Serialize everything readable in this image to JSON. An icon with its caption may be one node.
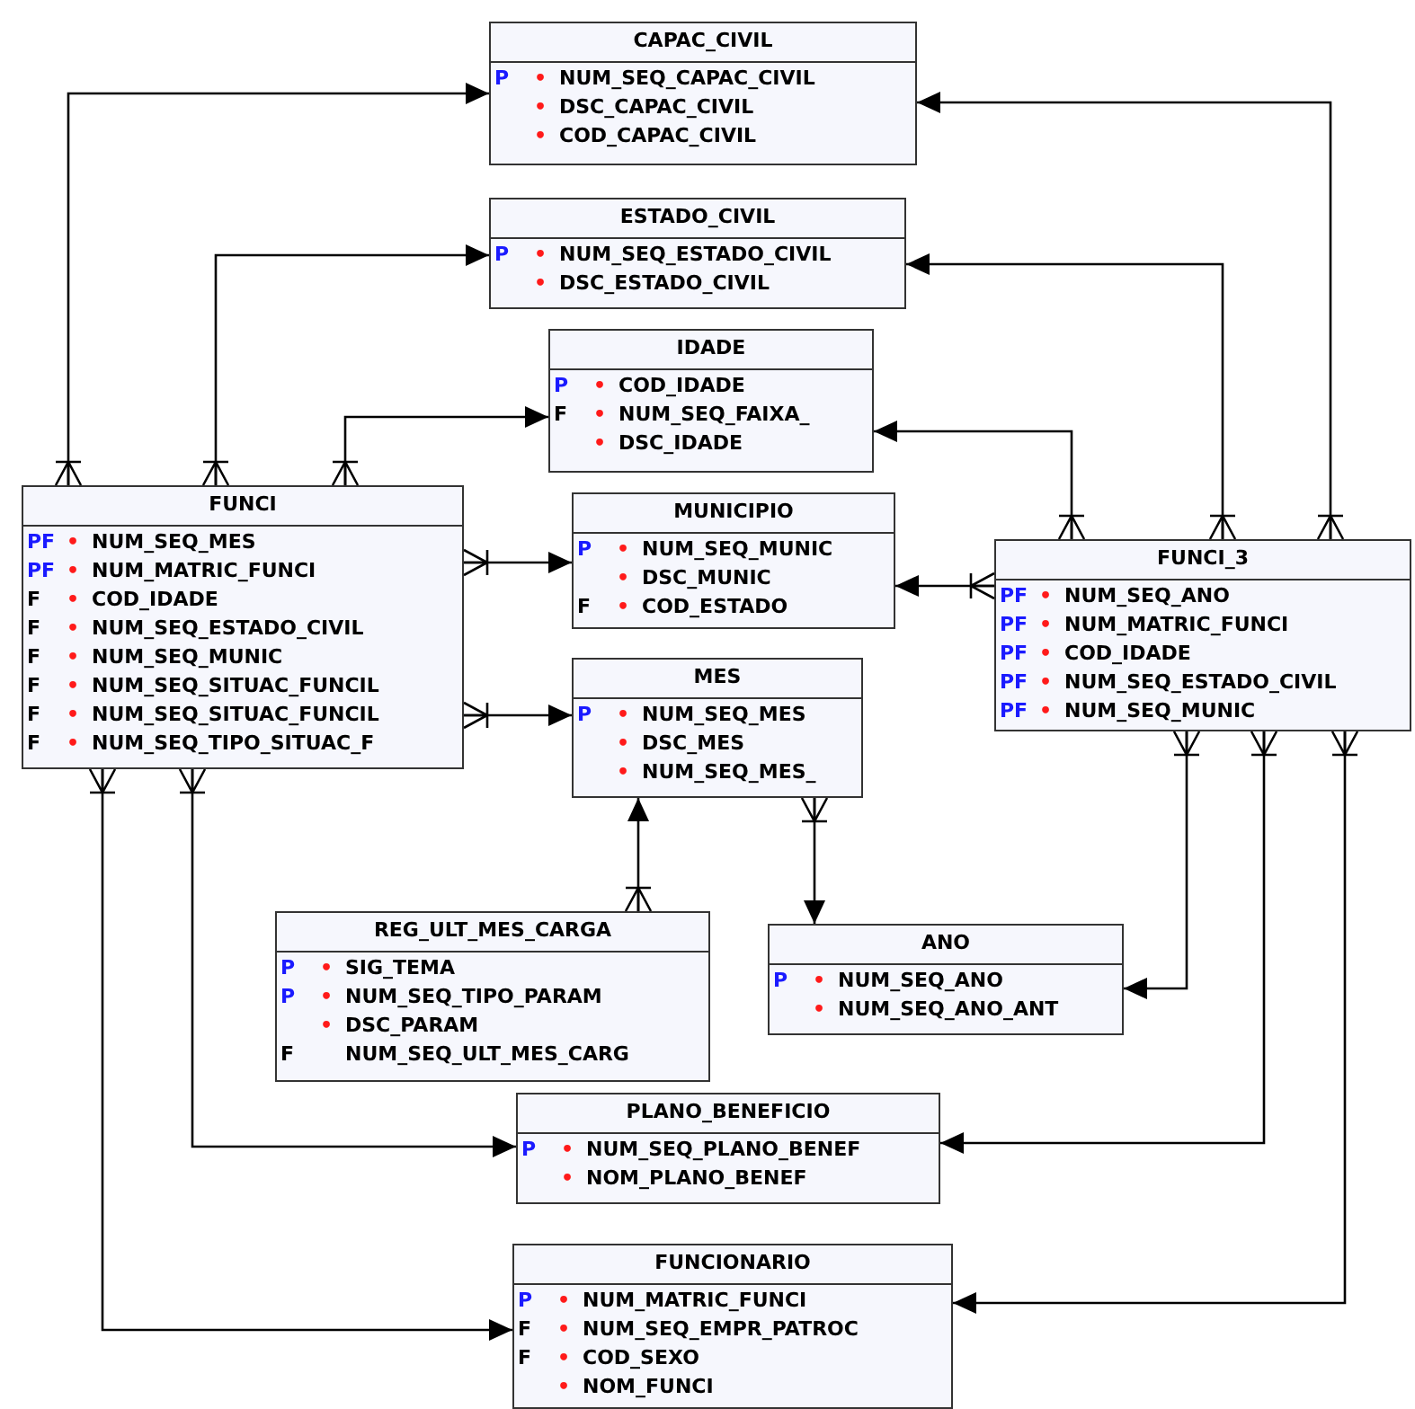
{
  "diagram": {
    "nodes": [
      {
        "text": [
          "CAPAC_CIVIL",
          "P • NUM_SEQ_CAPAC_CIVIL",
          "• DSC_CAPAC_CIVIL",
          "• COD_CAPAC_CIVIL"
        ]
      },
      {
        "text": [
          "ESTADO_CIVIL",
          "P • NUM_SEQ_ESTADO_CIVIL",
          "• DSC_ESTADO_CIVIL"
        ]
      },
      {
        "text": [
          "IDADE",
          "P • COD_IDADE",
          "F • NUM_SEQ_FAIXA_",
          "• DSC_IDADE"
        ]
      },
      {
        "text": [
          "FUNCI",
          "PF • NUM_SEQ_MES",
          "PF • NUM_MATRIC_FUNCI",
          "F • COD_IDADE",
          "F • NUM_SEQ_ESTADO_CIVIL",
          "F • NUM_SEQ_MUNIC",
          "F • NUM_SEQ_SITUAC_FUNCIL",
          "F • NUM_SEQ_SITUAC_FUNCIL",
          "F • NUM_SEQ_TIPO_SITUAC_F"
        ]
      },
      {
        "text": [
          "MUNICIPIO",
          "P • NUM_SEQ_MUNIC",
          "• DSC_MUNIC",
          "F • COD_ESTADO"
        ]
      },
      {
        "text": [
          "FUNCI_3",
          "PF • NUM_SEQ_ANO",
          "PF • NUM_MATRIC_FUNCI",
          "PF • COD_IDADE",
          "PF • NUM_SEQ_ESTADO_CIVIL",
          "PF • NUM_SEQ_MUNIC"
        ]
      },
      {
        "text": [
          "MES",
          "P • NUM_SEQ_MES",
          "• DSC_MES",
          "• NUM_SEQ_MES_"
        ]
      },
      {
        "text": [
          "REG_ULT_MES_CARGA",
          "P • SIG_TEMA",
          "P • NUM_SEQ_TIPO_PARAM",
          "• DSC_PARAM",
          "F NUM_SEQ_ULT_MES_CARG"
        ]
      },
      {
        "text": [
          "ANO",
          "P • NUM_SEQ_ANO",
          "• NUM_SEQ_ANO_ANT"
        ]
      },
      {
        "text": [
          "PLANO_BENEFICIO",
          "P • NUM_SEQ_PLANO_BENEF",
          "• NOM_PLANO_BENEF"
        ]
      },
      {
        "text": [
          "FUNCIONARIO",
          "P • NUM_MATRIC_FUNCI",
          "F • NUM_SEQ_EMPR_PATROC",
          "F • COD_SEXO",
          "• NOM_FUNCI"
        ]
      }
    ],
    "edges": [
      {
        "from": 3,
        "to": 0,
        "arrow": "to"
      },
      {
        "from": 3,
        "to": 1,
        "arrow": "to"
      },
      {
        "from": 3,
        "to": 2,
        "arrow": "to"
      },
      {
        "from": 3,
        "to": 4,
        "arrow": "to"
      },
      {
        "from": 3,
        "to": 6,
        "arrow": "to"
      },
      {
        "from": 3,
        "to": 9,
        "arrow": "to"
      },
      {
        "from": 3,
        "to": 10,
        "arrow": "to"
      },
      {
        "from": 5,
        "to": 0,
        "arrow": "to"
      },
      {
        "from": 5,
        "to": 1,
        "arrow": "to"
      },
      {
        "from": 5,
        "to": 2,
        "arrow": "to"
      },
      {
        "from": 5,
        "to": 4,
        "arrow": "to"
      },
      {
        "from": 5,
        "to": 8,
        "arrow": "to"
      },
      {
        "from": 5,
        "to": 9,
        "arrow": "to"
      },
      {
        "from": 5,
        "to": 10,
        "arrow": "to"
      },
      {
        "from": 6,
        "to": 8,
        "arrow": "to"
      },
      {
        "from": 7,
        "to": 6,
        "arrow": "to"
      }
    ]
  }
}
